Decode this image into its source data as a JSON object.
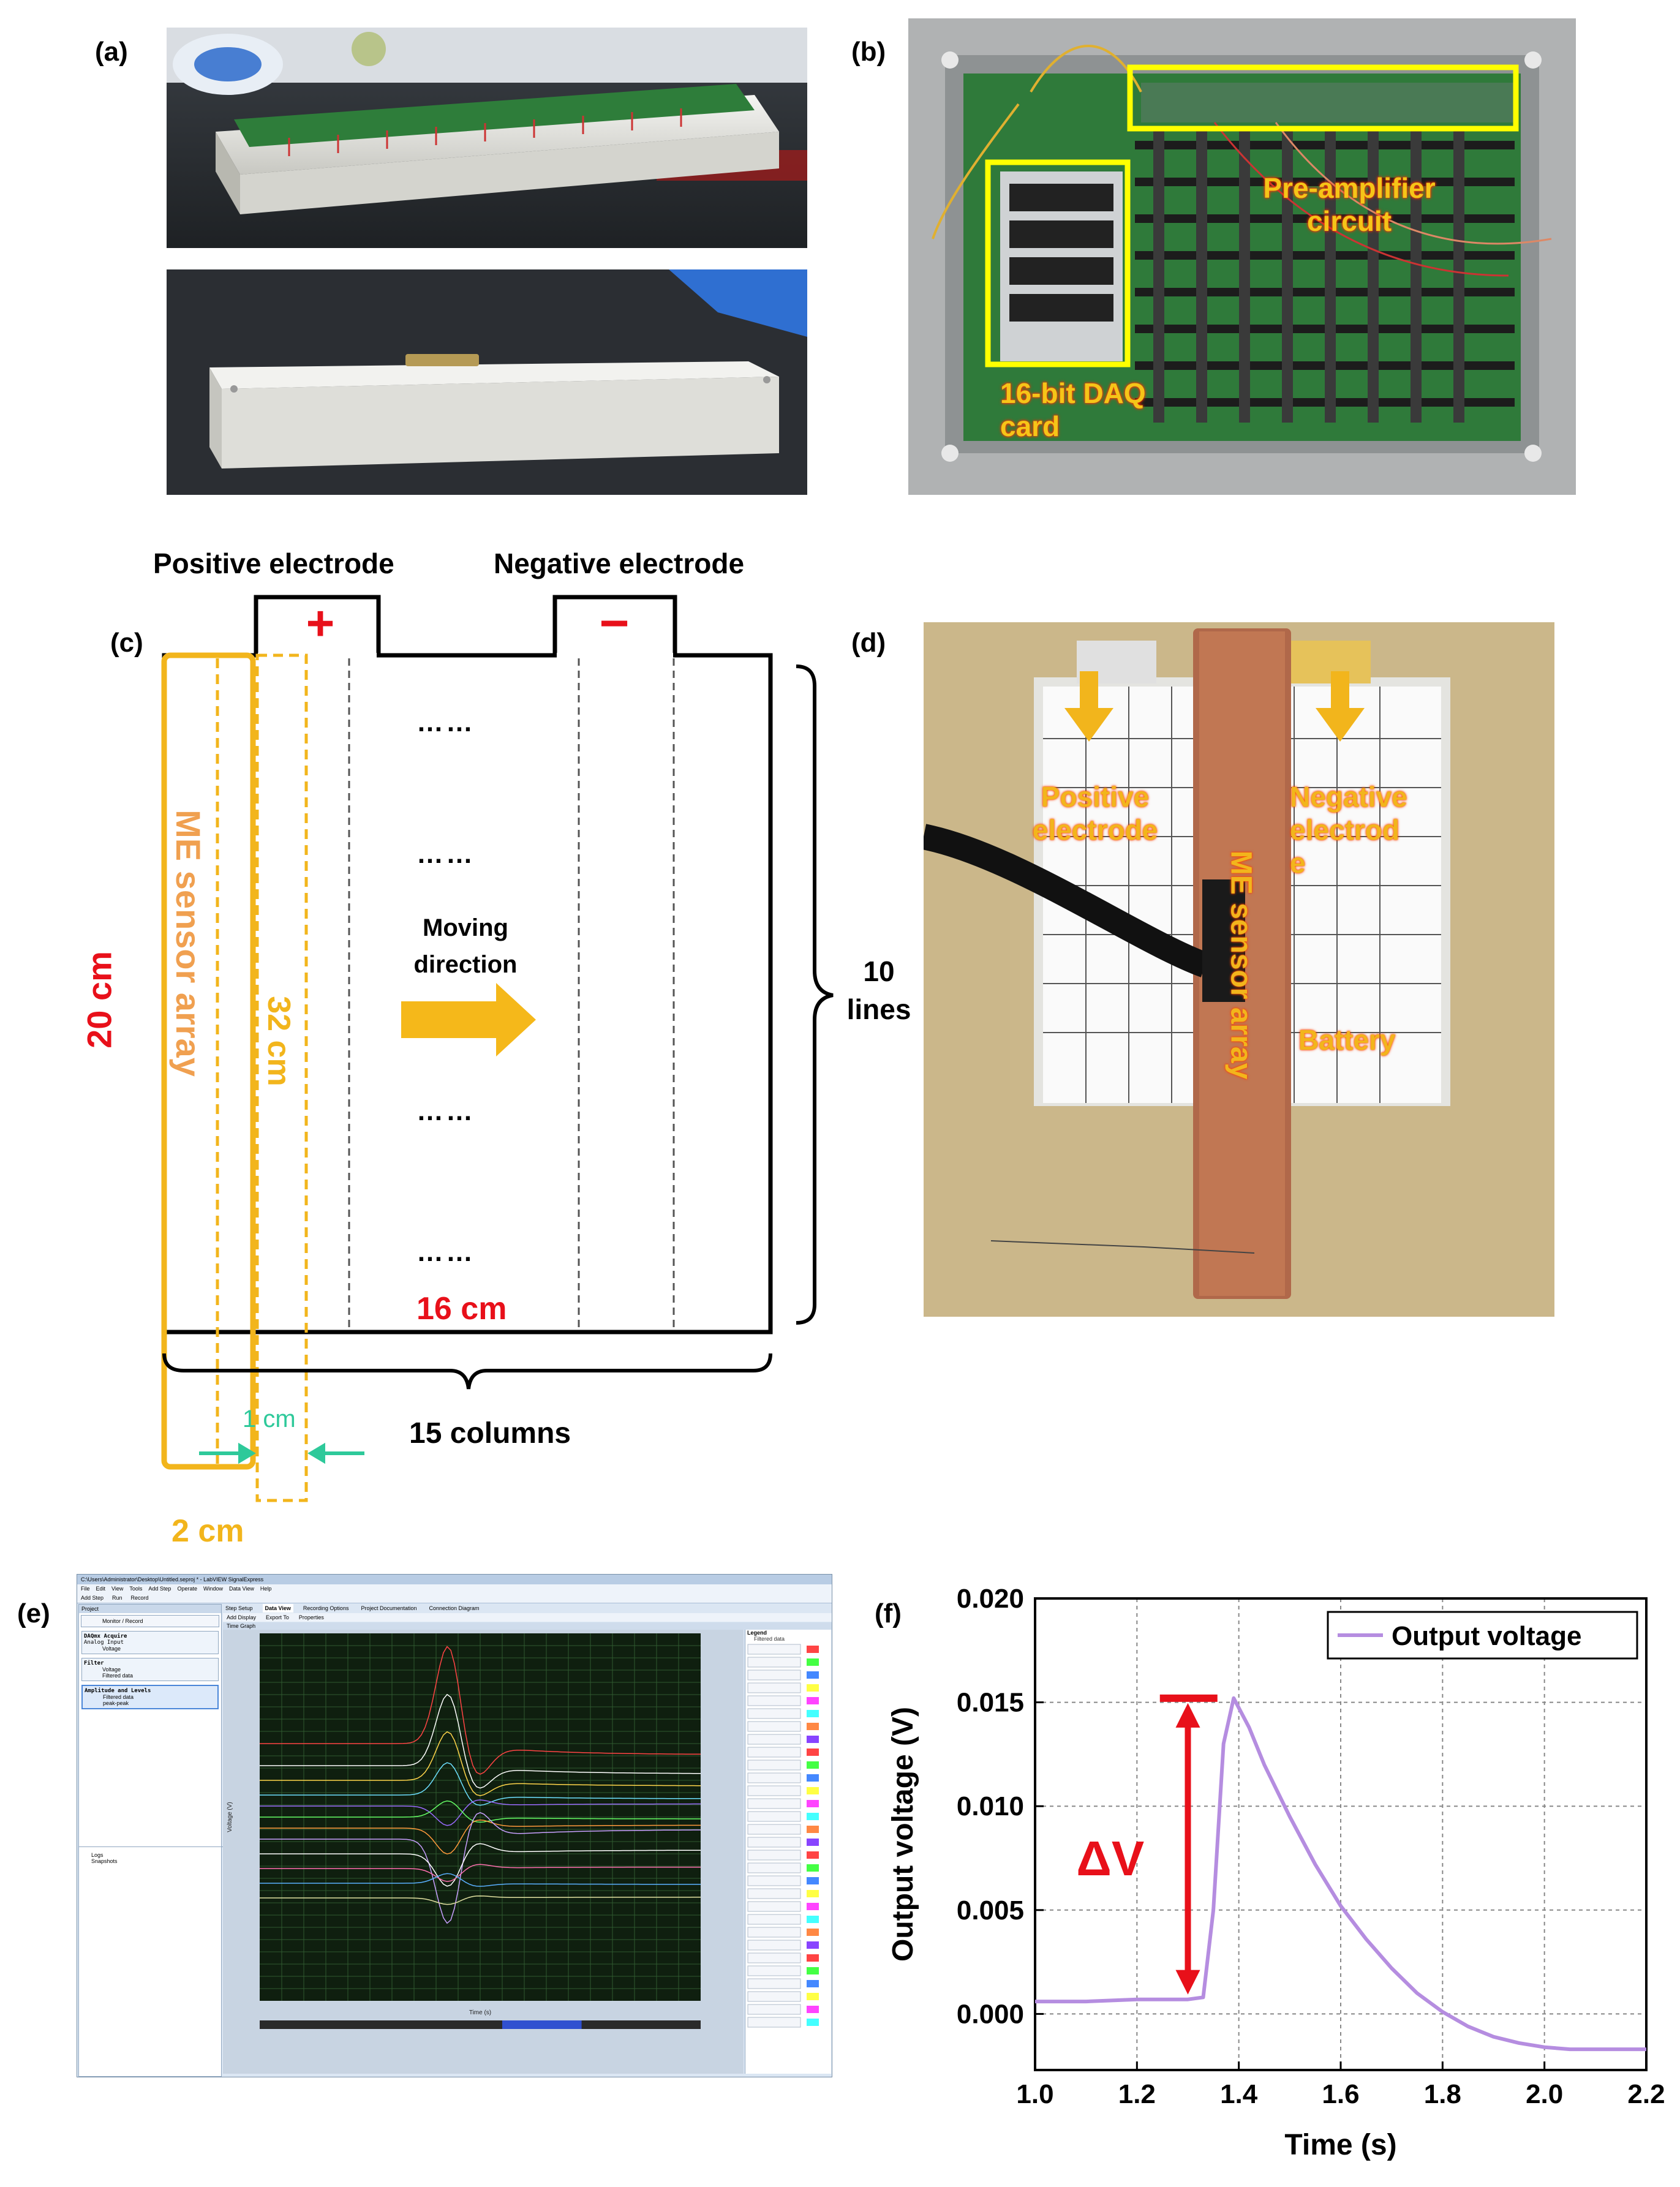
{
  "panels": {
    "a": {
      "label": "(a)"
    },
    "b": {
      "label": "(b)",
      "box1": "Pre-amplifier\ncircuit",
      "box1_l1": "Pre-amplifier",
      "box1_l2": "circuit",
      "box2_l1": "16-bit DAQ",
      "box2_l2": "card"
    },
    "c": {
      "label": "(c)",
      "pos_electrode": "Positive electrode",
      "neg_electrode": "Negative electrode",
      "plus": "+",
      "minus": "−",
      "dots": "……",
      "sensor_array": "ME sensor array",
      "height": "20 cm",
      "length": "32 cm",
      "moving_l1": "Moving",
      "moving_l2": "direction",
      "lines_l1": "10",
      "lines_l2": "lines",
      "width": "16 cm",
      "columns": "15 columns",
      "gap": "1 cm",
      "sensor_width": "2 cm"
    },
    "d": {
      "label": "(d)",
      "pos_l1": "Positive",
      "pos_l2": "electrode",
      "neg_l1": "Negative",
      "neg_l2": "electrod",
      "neg_l3": "e",
      "sensor_array": "ME sensor array",
      "battery": "Battery"
    },
    "e": {
      "label": "(e)"
    },
    "f": {
      "label": "(f)"
    }
  },
  "software": {
    "title": "C:\\Users\\Administrator\\Desktop\\Untitled.seproj * - LabVIEW SignalExpress",
    "menu": [
      "File",
      "Edit",
      "View",
      "Tools",
      "Add Step",
      "Operate",
      "Window",
      "Data View",
      "Help"
    ],
    "toolbar": [
      "Add Step",
      "Run",
      "Record"
    ],
    "tabs": [
      "Step Setup",
      "Data View",
      "Recording Options",
      "Project Documentation",
      "Connection Diagram"
    ],
    "project_header": "Project",
    "monitor": "Monitor / Record",
    "steps": [
      {
        "name": "DAQmx Acquire",
        "sub": "Analog Input",
        "item": "Voltage"
      },
      {
        "name": "Filter",
        "item1": "Voltage",
        "item2": "Filtered data"
      },
      {
        "name": "Amplitude and Levels",
        "item1": "Filtered data",
        "item2": "peak-peak"
      }
    ],
    "logs": "Logs",
    "snapshots": "Snapshots",
    "graph_title": "Time Graph",
    "add_display": "Add Display",
    "export": "Export To",
    "properties": "Properties",
    "legend_title": "Legend",
    "legend_sub": "Filtered data",
    "xlabel": "Time (s)",
    "ylabel": "Voltage (V)"
  },
  "chart_data": {
    "type": "line",
    "title": "",
    "xlabel": "Time (s)",
    "ylabel": "Output voltage (V)",
    "xlim": [
      1.0,
      2.2
    ],
    "ylim": [
      -0.0027,
      0.02
    ],
    "xticks": [
      "1.0",
      "1.2",
      "1.4",
      "1.6",
      "1.8",
      "2.0",
      "2.2"
    ],
    "yticks": [
      "0.000",
      "0.005",
      "0.010",
      "0.015",
      "0.020"
    ],
    "grid": true,
    "legend_position": "top-right",
    "series": [
      {
        "name": "Output voltage",
        "color": "#b58de0",
        "x": [
          1.0,
          1.1,
          1.2,
          1.3,
          1.33,
          1.35,
          1.37,
          1.39,
          1.42,
          1.45,
          1.5,
          1.55,
          1.6,
          1.65,
          1.7,
          1.75,
          1.8,
          1.85,
          1.9,
          1.95,
          2.0,
          2.05,
          2.1,
          2.15,
          2.2
        ],
        "y": [
          0.0006,
          0.0006,
          0.0007,
          0.0007,
          0.0008,
          0.005,
          0.013,
          0.0152,
          0.0138,
          0.012,
          0.0095,
          0.0072,
          0.0052,
          0.0036,
          0.0022,
          0.001,
          0.0001,
          -0.0006,
          -0.0011,
          -0.0014,
          -0.0016,
          -0.0017,
          -0.0017,
          -0.0017,
          -0.0017
        ]
      }
    ],
    "annotation": "ΔV",
    "annotation_color": "#e8101a"
  }
}
